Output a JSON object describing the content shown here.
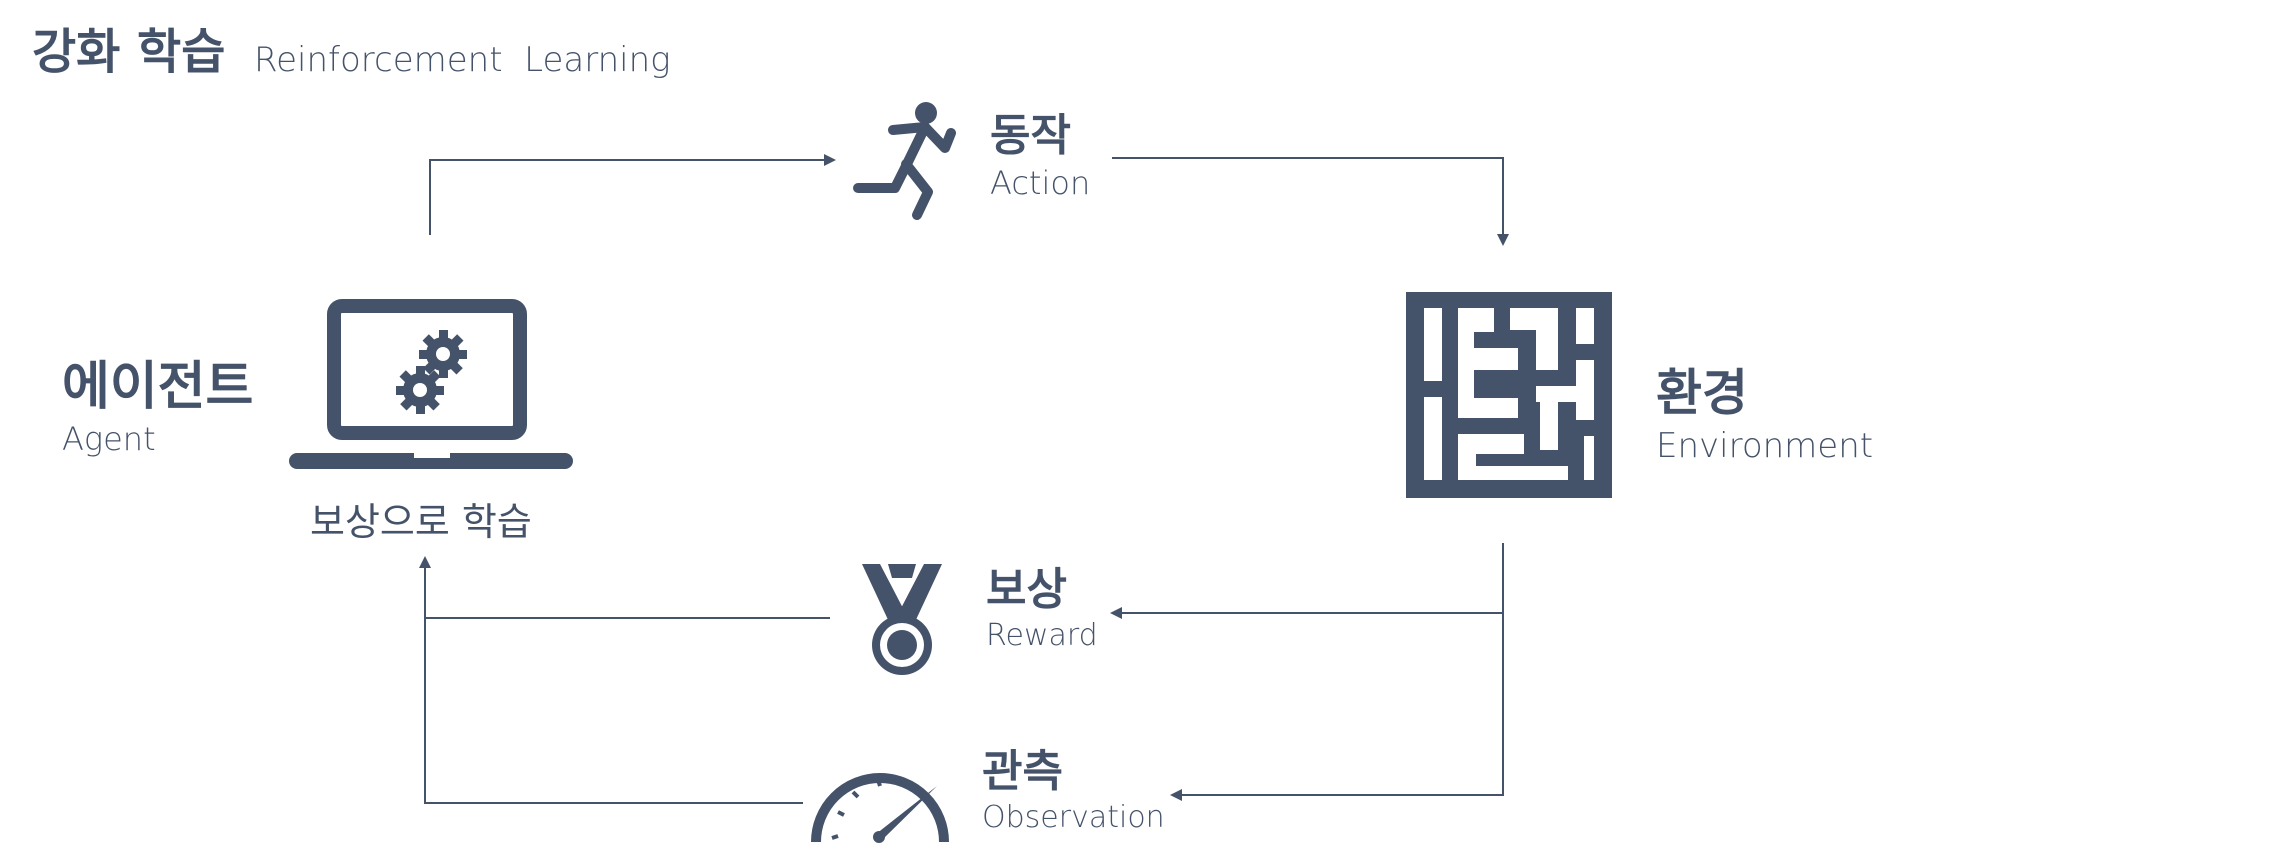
{
  "title": {
    "ko": "강화 학습",
    "en": "Reinforcement  Learning"
  },
  "agent": {
    "ko": "에이전트",
    "en": "Agent",
    "caption": "보상으로 학습",
    "icon": "laptop-gears-icon"
  },
  "environment": {
    "ko": "환경",
    "en": "Environment",
    "icon": "maze-icon"
  },
  "action": {
    "ko": "동작",
    "en": "Action",
    "icon": "running-person-icon"
  },
  "reward": {
    "ko": "보상",
    "en": "Reward",
    "icon": "medal-icon"
  },
  "observation": {
    "ko": "관측",
    "en": "Observation",
    "icon": "speedometer-icon"
  },
  "colors": {
    "primary": "#45536a",
    "background": "#ffffff"
  }
}
